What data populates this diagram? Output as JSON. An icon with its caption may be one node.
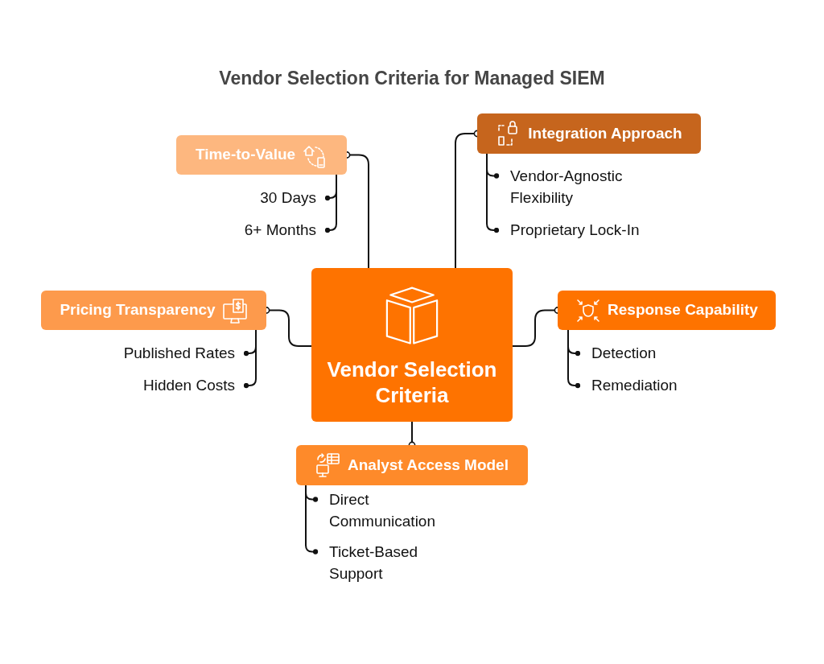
{
  "diagram": {
    "title": "Vendor Selection Criteria for Managed SIEM",
    "nodes": [
      {
        "text": [
          "Vendor Selection Criteria"
        ]
      },
      {
        "text": [
          "Time-to-Value"
        ]
      },
      {
        "text": [
          "30 Days"
        ]
      },
      {
        "text": [
          "6+ Months"
        ]
      },
      {
        "text": [
          "Integration Approach"
        ]
      },
      {
        "text": [
          "Vendor-Agnostic Flexibility"
        ]
      },
      {
        "text": [
          "Proprietary Lock-In"
        ]
      },
      {
        "text": [
          "Pricing Transparency"
        ]
      },
      {
        "text": [
          "Published Rates"
        ]
      },
      {
        "text": [
          "Hidden Costs"
        ]
      },
      {
        "text": [
          "Response Capability"
        ]
      },
      {
        "text": [
          "Detection"
        ]
      },
      {
        "text": [
          "Remediation"
        ]
      },
      {
        "text": [
          "Analyst Access Model"
        ]
      },
      {
        "text": [
          "Direct Communication"
        ]
      },
      {
        "text": [
          "Ticket-Based Support"
        ]
      }
    ],
    "edges": [
      {
        "from": 0,
        "to": 1,
        "arrow": "other"
      },
      {
        "from": 1,
        "to": 2,
        "arrow": "other"
      },
      {
        "from": 1,
        "to": 3,
        "arrow": "other"
      },
      {
        "from": 0,
        "to": 4,
        "arrow": "other"
      },
      {
        "from": 4,
        "to": 5,
        "arrow": "other"
      },
      {
        "from": 4,
        "to": 6,
        "arrow": "other"
      },
      {
        "from": 0,
        "to": 7,
        "arrow": "other"
      },
      {
        "from": 7,
        "to": 8,
        "arrow": "other"
      },
      {
        "from": 7,
        "to": 9,
        "arrow": "other"
      },
      {
        "from": 0,
        "to": 10,
        "arrow": "other"
      },
      {
        "from": 10,
        "to": 11,
        "arrow": "other"
      },
      {
        "from": 10,
        "to": 12,
        "arrow": "other"
      },
      {
        "from": 0,
        "to": 13,
        "arrow": "other"
      },
      {
        "from": 13,
        "to": 14,
        "arrow": "other"
      },
      {
        "from": 13,
        "to": 15,
        "arrow": "other"
      }
    ]
  }
}
